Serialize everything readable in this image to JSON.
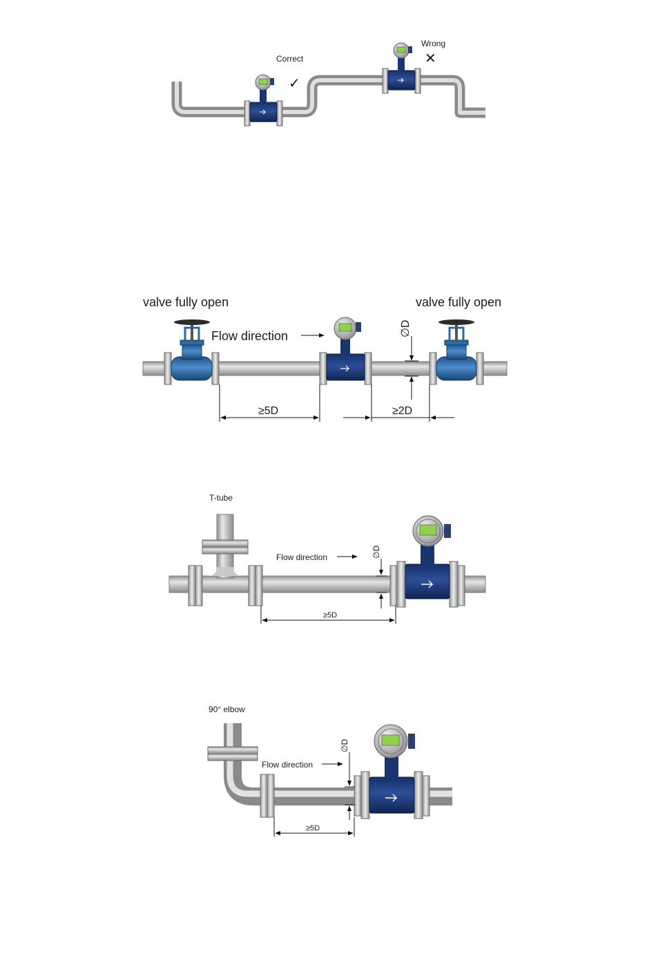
{
  "diagram1": {
    "correct_label": "Correct",
    "wrong_label": "Wrong",
    "check_mark": "✓",
    "cross_mark": "✕"
  },
  "diagram2": {
    "valve_left_label": "valve fully open",
    "valve_right_label": "valve fully open",
    "flow_label": "Flow direction",
    "diameter_label": "∅D",
    "upstream_label": "≥5D",
    "downstream_label": "≥2D"
  },
  "diagram3": {
    "fitting_label": "T-tube",
    "flow_label": "Flow direction",
    "diameter_label": "∅D",
    "upstream_label": "≥5D"
  },
  "diagram4": {
    "fitting_label": "90° elbow",
    "flow_label": "Flow direction",
    "diameter_label": "∅D",
    "upstream_label": "≥5D"
  },
  "colors": {
    "meter_blue": "#1e3a78",
    "valve_blue": "#2b6aa8",
    "pipe_gray": "#b8b8b8",
    "display_green": "#8fd14f"
  }
}
